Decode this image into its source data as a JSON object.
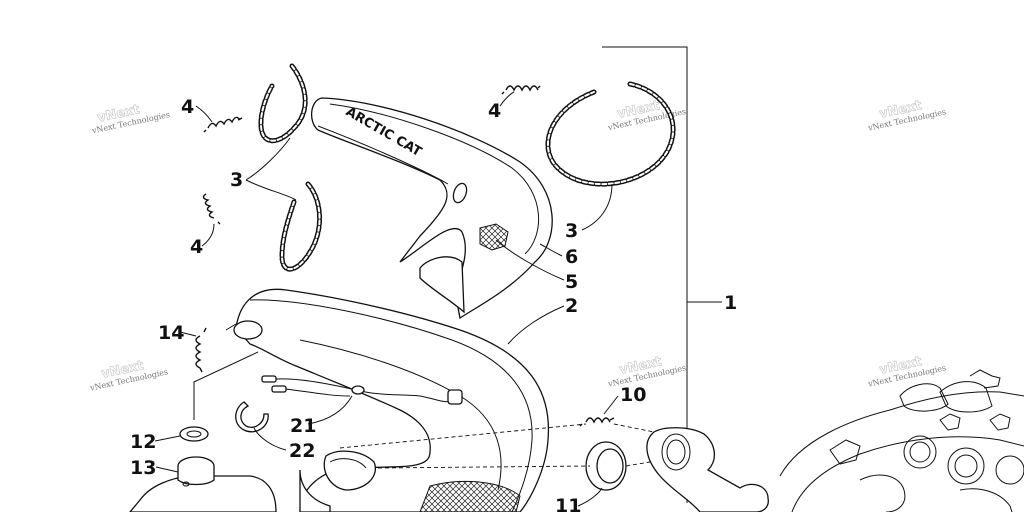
{
  "callouts": [
    {
      "id": "c1",
      "label": "1"
    },
    {
      "id": "c2",
      "label": "2"
    },
    {
      "id": "c3a",
      "label": "3"
    },
    {
      "id": "c3b",
      "label": "3"
    },
    {
      "id": "c4a",
      "label": "4"
    },
    {
      "id": "c4b",
      "label": "4"
    },
    {
      "id": "c4c",
      "label": "4"
    },
    {
      "id": "c5",
      "label": "5"
    },
    {
      "id": "c6",
      "label": "6"
    },
    {
      "id": "c10",
      "label": "10"
    },
    {
      "id": "c11",
      "label": "11"
    },
    {
      "id": "c12",
      "label": "12"
    },
    {
      "id": "c13",
      "label": "13"
    },
    {
      "id": "c14",
      "label": "14"
    },
    {
      "id": "c21",
      "label": "21"
    },
    {
      "id": "c22",
      "label": "22"
    }
  ],
  "watermark": {
    "text": "vNext Technologies",
    "ghost": "vNext",
    "color": "#777777"
  },
  "cover_logo": "ARCTIC CAT"
}
